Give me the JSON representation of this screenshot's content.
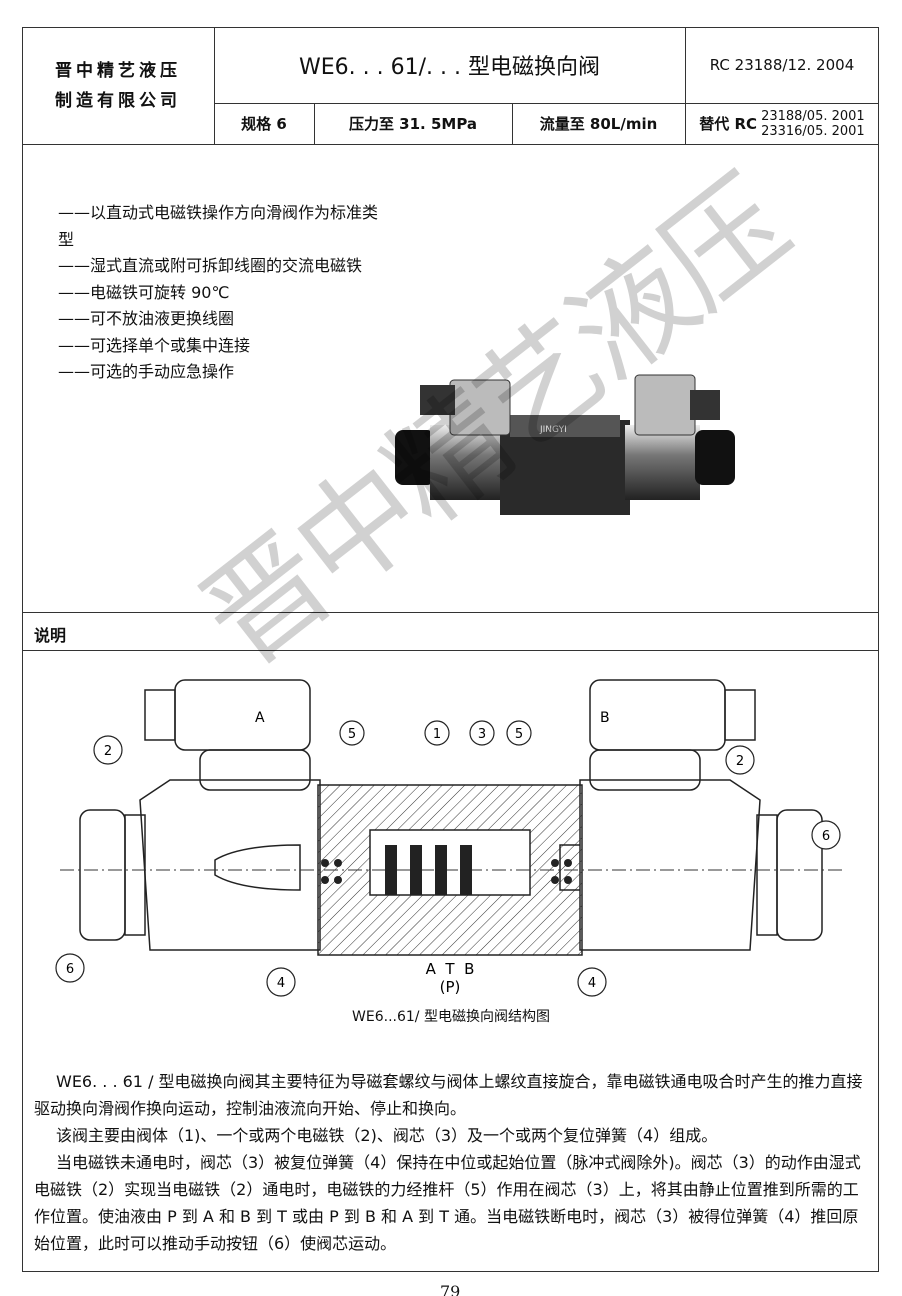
{
  "header": {
    "company_line1": "晋中精艺液压",
    "company_line2": "制造有限公司",
    "title": "WE6. . . 61/. . .  型电磁换向阀",
    "doc_no": "RC 23188/12. 2004",
    "size": "规格 6",
    "pressure": "压力至 31. 5MPa",
    "flow": "流量至 80L/min",
    "replaces_label": "替代 RC",
    "replaces_1": "23188/05. 2001",
    "replaces_2": "23316/05. 2001"
  },
  "features": [
    "——以直动式电磁铁操作方向滑阀作为标准类型",
    "——湿式直流或附可拆卸线圈的交流电磁铁",
    "——电磁铁可旋转 90℃",
    "——可不放油液更换线圈",
    "——可选择单个或集中连接",
    "——可选的手动应急操作"
  ],
  "photo": {
    "label": "JINGYI"
  },
  "section_title": "说明",
  "diagram": {
    "solenoid_a": "A",
    "solenoid_b": "B",
    "callouts": [
      "1",
      "2",
      "3",
      "4",
      "5",
      "6"
    ],
    "ports": "A  T  B",
    "port_p": "(P)",
    "caption": "WE6...61/ 型电磁换向阀结构图"
  },
  "description": [
    "WE6. . . 61 / 型电磁换向阀其主要特征为导磁套螺纹与阀体上螺纹直接旋合，靠电磁铁通电吸合时产生的推力直接驱动换向滑阀作换向运动，控制油液流向开始、停止和换向。",
    "该阀主要由阀体（1)、一个或两个电磁铁（2)、阀芯（3）及一个或两个复位弹簧（4）组成。",
    "当电磁铁未通电时，阀芯（3）被复位弹簧（4）保持在中位或起始位置（脉冲式阀除外)。阀芯（3）的动作由湿式电磁铁（2）实现当电磁铁（2）通电时，电磁铁的力经推杆（5）作用在阀芯（3）上，将其由静止位置推到所需的工作位置。使油液由 P 到 A 和 B 到 T 或由 P 到 B 和 A 到 T 通。当电磁铁断电时，阀芯（3）被得位弹簧（4）推回原始位置，此时可以推动手动按钮（6）使阀芯运动。"
  ],
  "watermark": "晋中精艺液压",
  "page_number": "79"
}
